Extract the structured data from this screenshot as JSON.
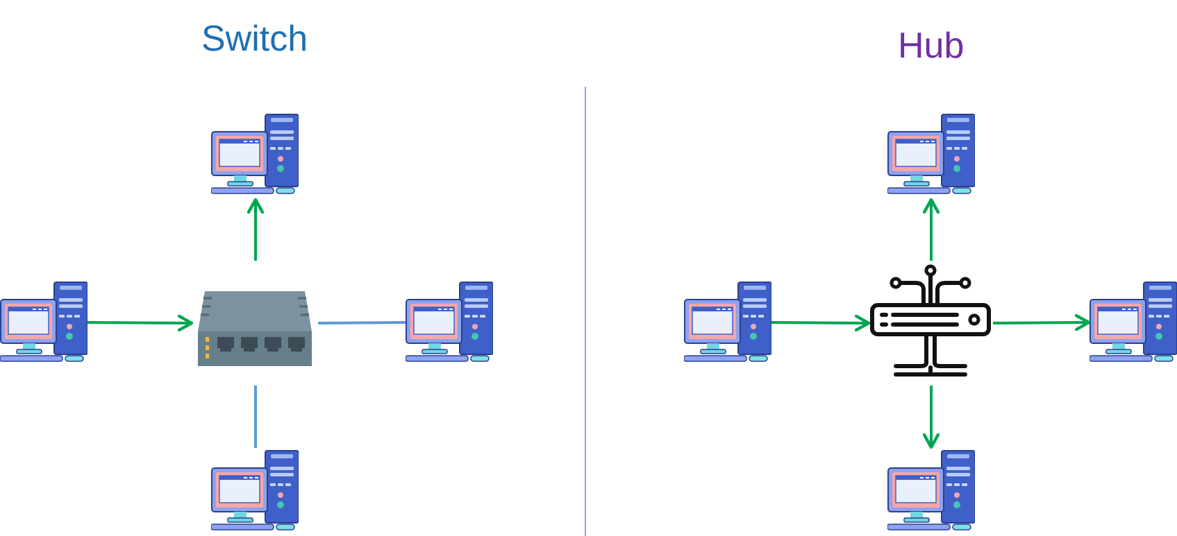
{
  "sections": {
    "switch": {
      "title": "Switch",
      "title_color": "#1f6fb2"
    },
    "hub": {
      "title": "Hub",
      "title_color": "#7030a0"
    }
  },
  "colors": {
    "active_link": "#00a651",
    "idle_link": "#5b9bd5",
    "divider": "#8faadc",
    "switch_body": "#6d8593",
    "hub_icon_stroke": "#111111"
  },
  "icons": {
    "computer": "desktop-computer-icon",
    "switch": "network-switch-icon",
    "hub": "network-hub-icon"
  },
  "links": {
    "switch": {
      "from_left_pc": "active",
      "to_top_pc": "active",
      "to_right_pc": "idle",
      "to_bottom_pc": "idle"
    },
    "hub": {
      "from_left_pc": "active",
      "to_top_pc": "active",
      "to_right_pc": "active",
      "to_bottom_pc": "active"
    }
  }
}
